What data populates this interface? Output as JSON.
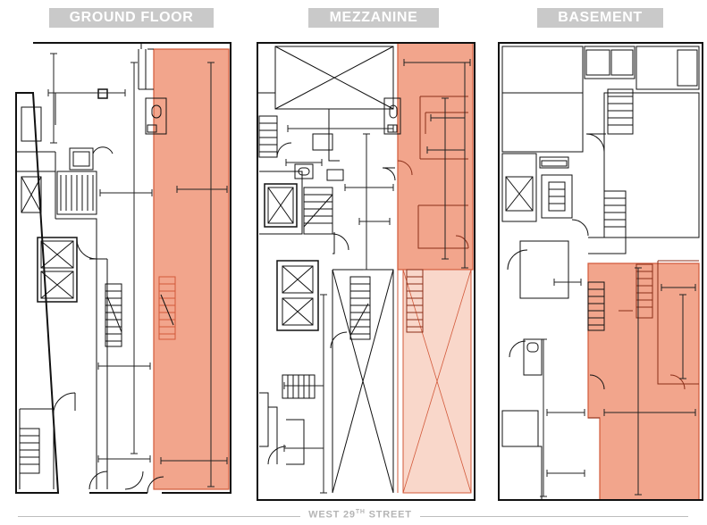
{
  "plans": [
    {
      "id": "ground",
      "title": "GROUND FLOOR"
    },
    {
      "id": "mezzanine",
      "title": "MEZZANINE"
    },
    {
      "id": "basement",
      "title": "BASEMENT"
    }
  ],
  "street": {
    "name_prefix": "WEST 29",
    "name_superscript": "TH",
    "name_suffix": " STREET"
  },
  "colors": {
    "highlight": "#f2a58c",
    "highlight_light": "#f9d7ca",
    "highlight_outline": "#d2593a",
    "walls": "#111111",
    "title_bg": "#c9c9c9",
    "street_line": "#bdbdbd"
  }
}
